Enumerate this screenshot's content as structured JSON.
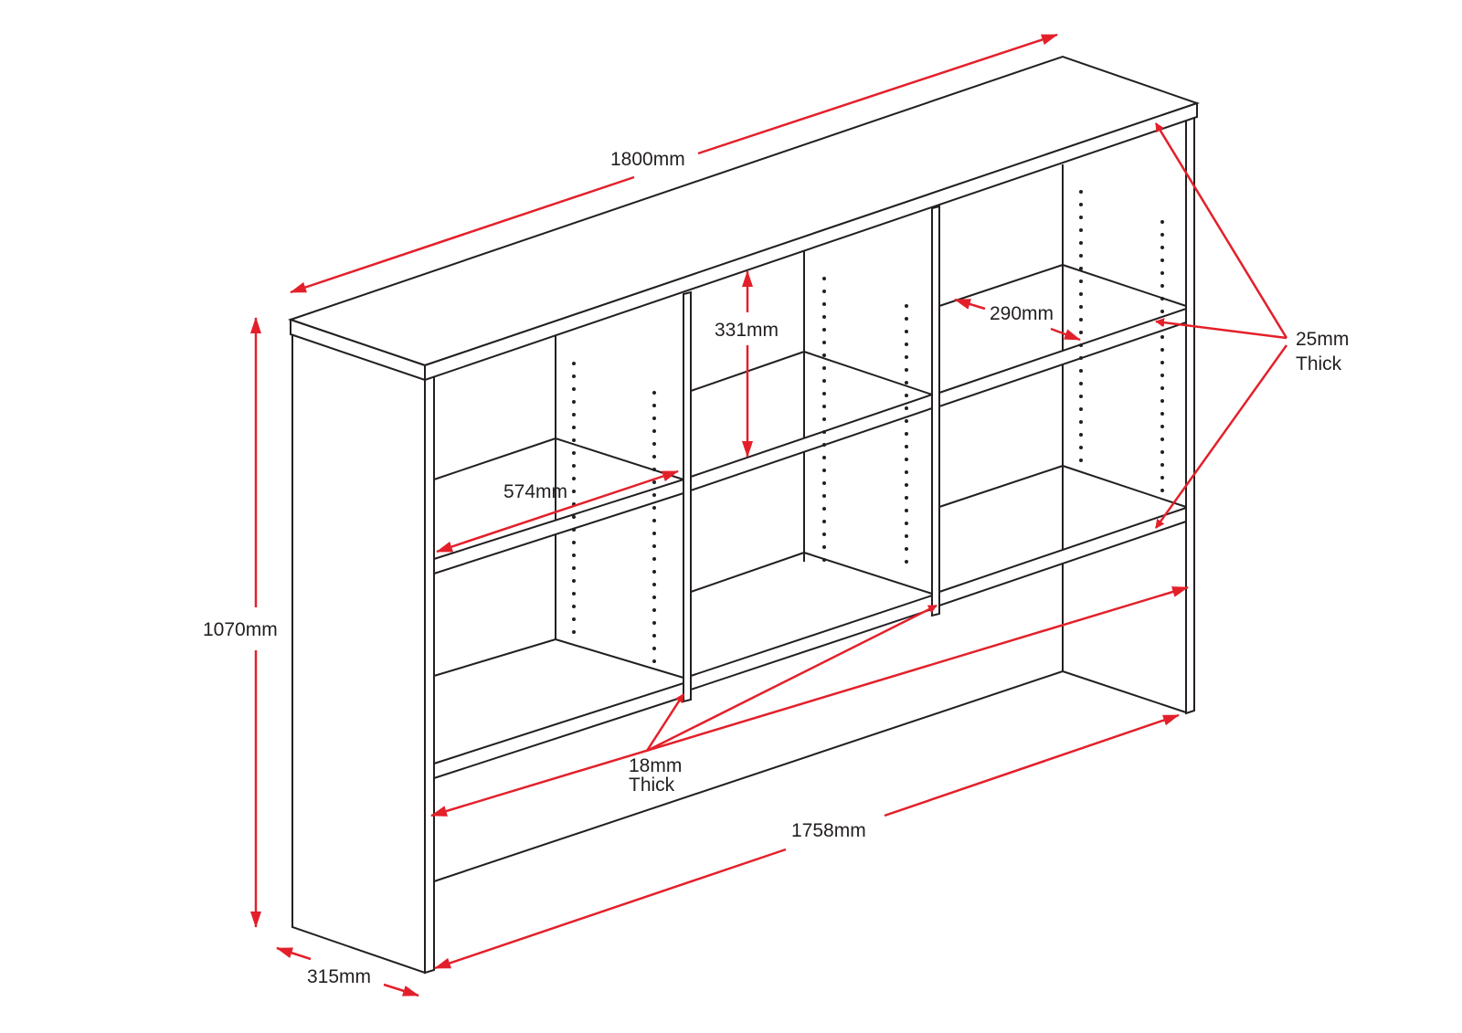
{
  "title": "Bookcase dimension drawing",
  "colors": {
    "dimension": "#e3202a",
    "outline": "#231f20"
  },
  "labels": {
    "overall_width": "1800mm",
    "overall_height": "1070mm",
    "depth": "315mm",
    "inner_width": "1758mm",
    "compartment_width": "574mm",
    "shelf_spacing": "331mm",
    "shelf_depth": "290mm",
    "top_thickness_value": "25mm",
    "top_thickness_word": "Thick",
    "panel_thickness_value": "18mm",
    "panel_thickness_word": "Thick"
  }
}
